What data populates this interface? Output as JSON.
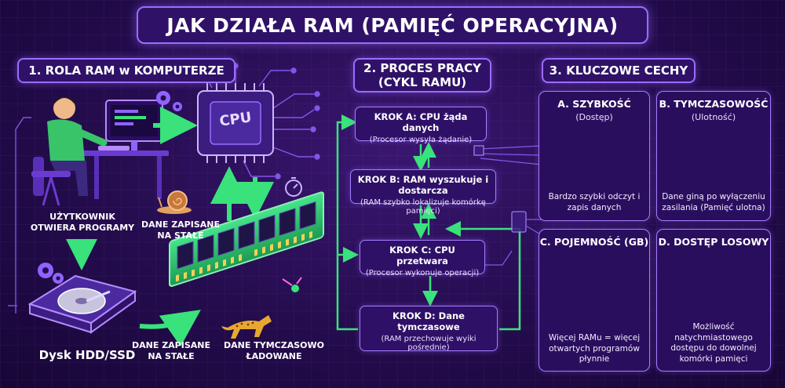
{
  "title": "JAK DZIAŁA RAM (PAMIĘĆ OPERACYJNA)",
  "section1": {
    "header": "1. ROLA RAM w KOMPUTERZE",
    "cpu_label": "CPU",
    "user_label_line1": "UŻYTKOWNIK",
    "user_label_line2": "OTWIERA PROGRAMY",
    "stored_label_line1": "DANE ZAPISANE",
    "stored_label_line2": "NA STAŁE",
    "disk_label": "Dysk HDD/SSD",
    "disk_saved_line1": "DANE ZAPISANE",
    "disk_saved_line2": "NA STAŁE",
    "temp_label_line1": "DANE TYMCZASOWO",
    "temp_label_line2": "ŁADOWANE"
  },
  "section2": {
    "header_line1": "2. PROCES PRACY",
    "header_line2": "(CYKL RAMU)",
    "steps": [
      {
        "title": "KROK A: CPU żąda danych",
        "desc": "(Procesor wysyła żądanie)"
      },
      {
        "title": "KROK B: RAM wyszukuje i dostarcza",
        "desc": "(RAM szybko lokalizuje komórkę pamięci)"
      },
      {
        "title": "KROK C: CPU przetwara",
        "desc": "(Procesor wykonuje operacji)"
      },
      {
        "title": "KROK D: Dane tymczasowe",
        "desc": "(RAM przechowuje wyiki pośrednie)"
      }
    ]
  },
  "section3": {
    "header": "3. KLUCZOWE CECHY",
    "cards": [
      {
        "title": "A. SZYBKOŚĆ",
        "subtitle": "(Dostęp)",
        "text": "Bardzo szybki odczyt i zapis danych"
      },
      {
        "title": "B. TYMCZASOWOŚĆ",
        "subtitle": "(Ulotność)",
        "text": "Dane giną po wyłączeniu zasilania (Pamięć ulotna)"
      },
      {
        "title": "C. POJEMNOŚĆ (GB)",
        "subtitle": "",
        "text": "Więcej RAMu = więcej otwartych programów płynnie"
      },
      {
        "title": "D. DOSTĘP LOSOWY",
        "subtitle": "",
        "text": "Możliwość natychmiastowego dostępu do dowolnej komórki pamięci"
      }
    ]
  },
  "colors": {
    "accent": "#9b6cff",
    "green": "#39e27a",
    "panel": "#2e1066"
  }
}
